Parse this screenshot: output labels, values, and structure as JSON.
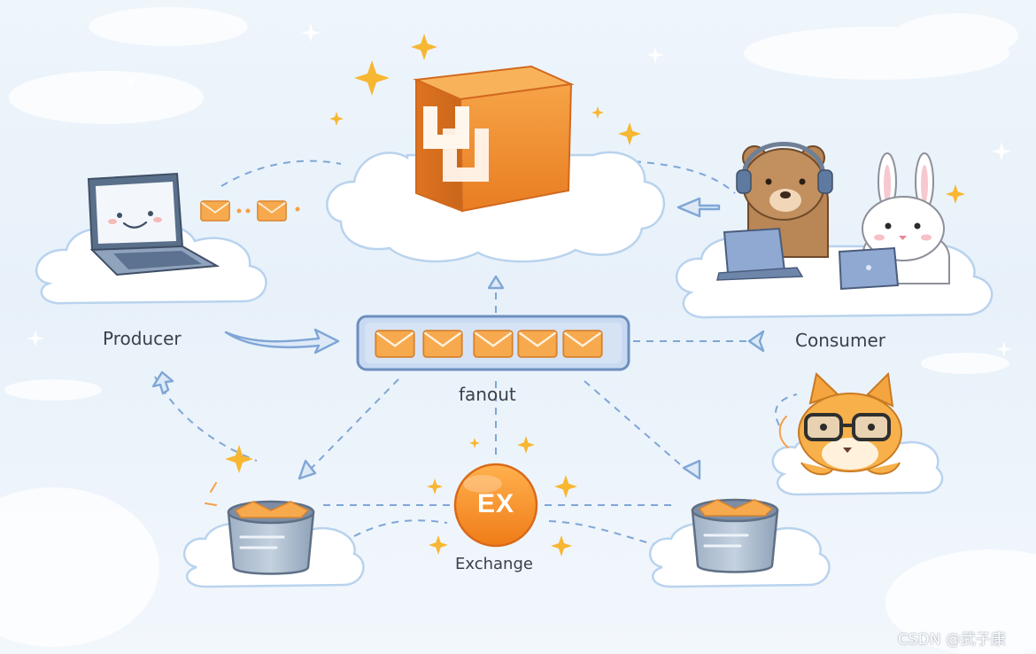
{
  "labels": {
    "producer": "Producer",
    "consumer": "Consumer",
    "fanout": "fanout",
    "exchange_badge": "EX",
    "exchange": "Exchange"
  },
  "watermark": "CSDN @武子康",
  "icons": {
    "broker": "orange-cube-logo-icon",
    "producer": "smiling-laptop-icon",
    "consumers": [
      "bear-with-headphones-icon",
      "bunny-with-laptop-icon",
      "cat-with-glasses-icon"
    ],
    "queue_bar": "message-queue-bar-icon",
    "message": "envelope-icon",
    "bucket": "queue-bucket-icon"
  },
  "colors": {
    "background": "#eaf2fa",
    "cloud": "#ffffff",
    "cloud_outline": "#b9d3ee",
    "accent_orange": "#f5a04a",
    "cube_orange": "#f08a2c",
    "arrow_blue": "#7fa6d6",
    "queue_bar_blue": "#c8daf2",
    "text": "#3a3f4a"
  }
}
